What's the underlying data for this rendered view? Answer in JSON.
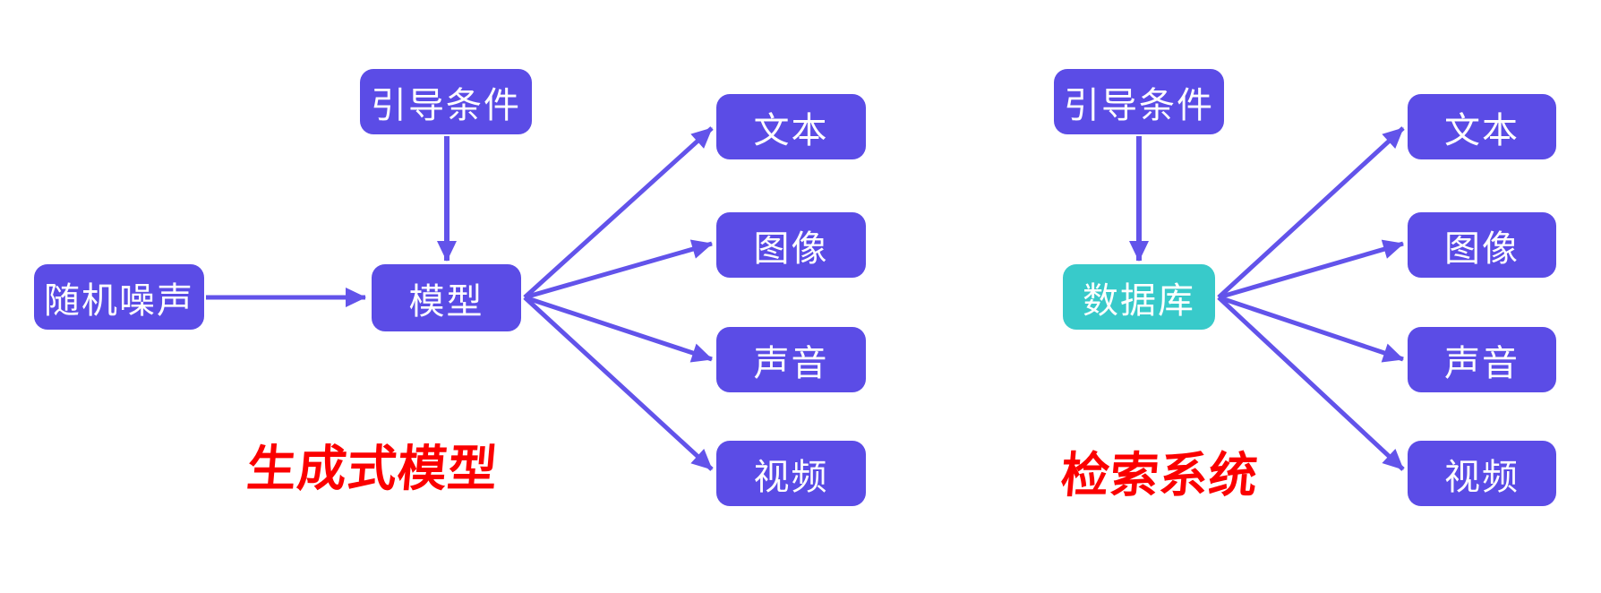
{
  "colors": {
    "node_purple": "#5b4ce6",
    "node_teal": "#38caca",
    "arrow": "#6253ea",
    "title_red": "#fb0000",
    "node_text": "#ffffff",
    "background": "#ffffff"
  },
  "diagrams": [
    {
      "title": "生成式模型",
      "nodes": {
        "guide": "引导条件",
        "noise": "随机噪声",
        "model": "模型"
      },
      "outputs": [
        "文本",
        "图像",
        "声音",
        "视频"
      ]
    },
    {
      "title": "检索系统",
      "nodes": {
        "guide": "引导条件",
        "database": "数据库"
      },
      "outputs": [
        "文本",
        "图像",
        "声音",
        "视频"
      ]
    }
  ]
}
